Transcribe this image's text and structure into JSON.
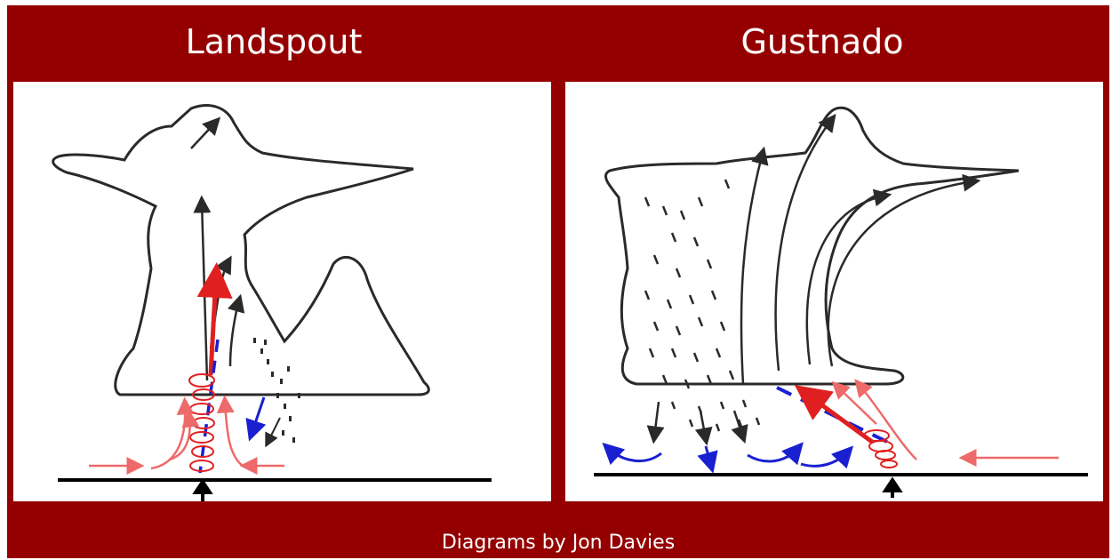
{
  "panels": {
    "left": {
      "title": "Landspout"
    },
    "right": {
      "title": "Gustnado"
    }
  },
  "credit": "Diagrams by Jon Davies",
  "colors": {
    "frame": "#940000",
    "panel": "#ffffff",
    "cloud_outline": "#2a2a2a",
    "updraft": "#e02020",
    "inflow": "#ee6a6a",
    "outflow": "#1a20d0",
    "ground": "#000000"
  },
  "icons": [
    "ground-marker-arrow",
    "vortex-coil",
    "cloud-outline"
  ]
}
